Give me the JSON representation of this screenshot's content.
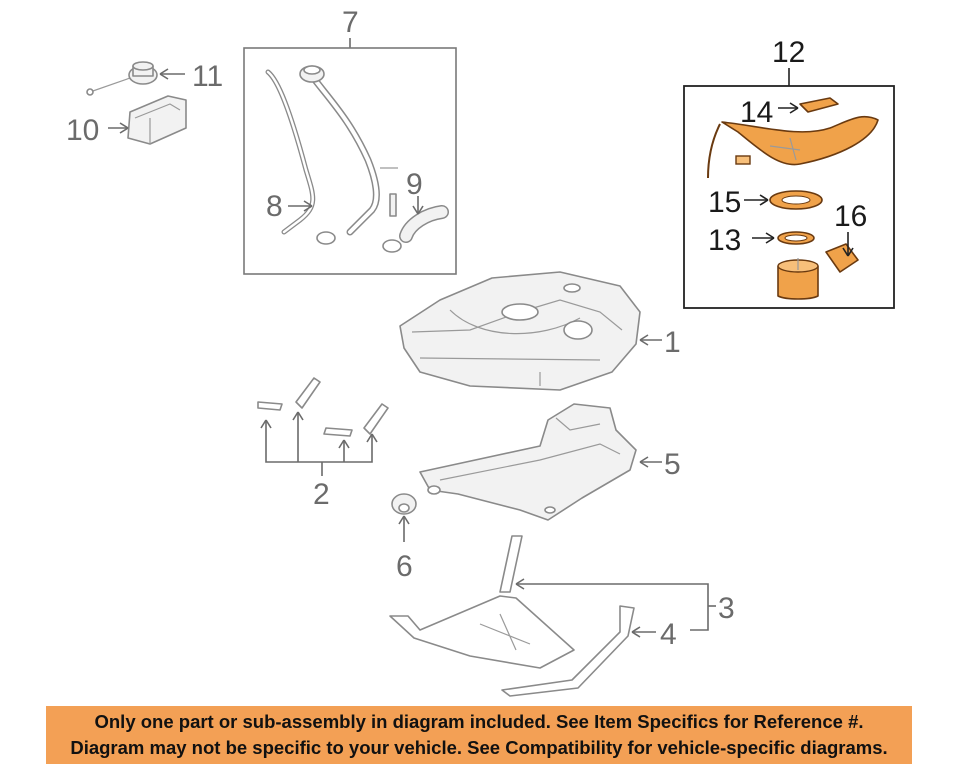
{
  "callouts": {
    "c1": "1",
    "c2": "2",
    "c3": "3",
    "c4": "4",
    "c5": "5",
    "c6": "6",
    "c7": "7",
    "c8": "8",
    "c9": "9",
    "c10": "10",
    "c11": "11",
    "c12": "12",
    "c13": "13",
    "c14": "14",
    "c15": "15",
    "c16": "16"
  },
  "highlight_color": "#f0a24a",
  "banner": {
    "line1": "Only one part or sub-assembly in diagram included. See Item Specifics for Reference #.",
    "line2": "Diagram may not be specific to your vehicle. See Compatibility for vehicle-specific diagrams."
  }
}
